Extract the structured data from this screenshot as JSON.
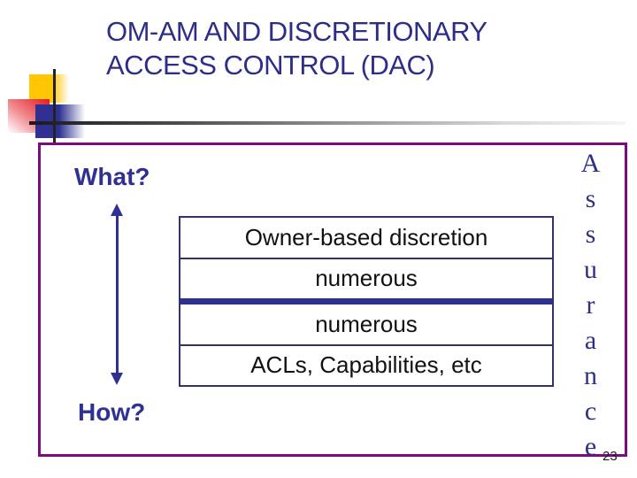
{
  "slide": {
    "title_line1": "OM-AM AND DISCRETIONARY",
    "title_line2": "ACCESS CONTROL (DAC)",
    "page_number": "23"
  },
  "box": {
    "what_label": "What?",
    "how_label": "How?",
    "assurance_label": "Assurance",
    "table_rows": [
      "Owner-based discretion",
      "numerous",
      "numerous",
      "ACLs, Capabilities, etc"
    ]
  },
  "colors": {
    "title_text": "#2d2e87",
    "accent_blue": "#2e3192",
    "table_border": "#33336b",
    "panel_border": "#7b0c7e",
    "decoration_yellow": "#ffc606",
    "decoration_red": "#e31b23",
    "decoration_blue": "#2e3192",
    "table_text": "#111111"
  }
}
